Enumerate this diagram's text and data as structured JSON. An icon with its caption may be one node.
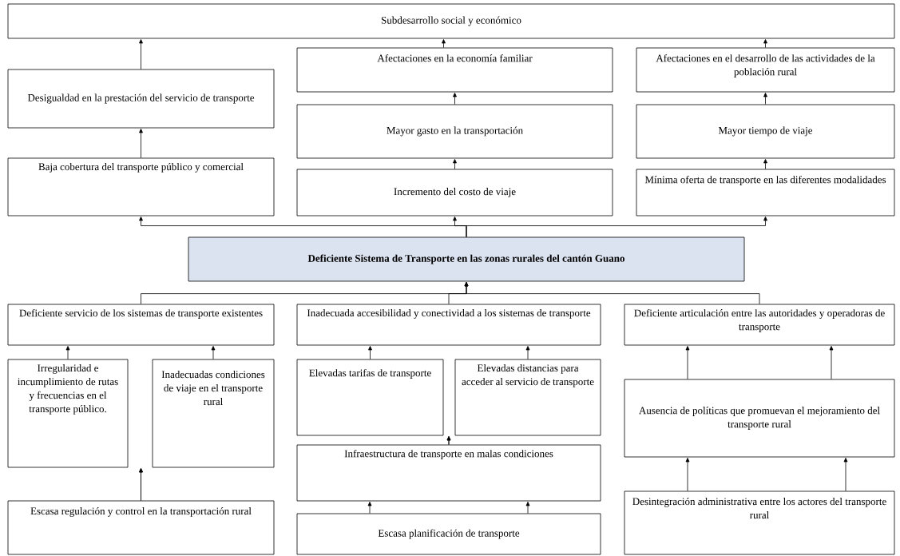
{
  "diagram": {
    "nodes": [
      {
        "text": [
          "Subdesarrollo social y económico"
        ]
      },
      {
        "text": [
          "Desigualdad en la prestación del servicio de transporte"
        ]
      },
      {
        "text": [
          "Afectaciones en la economía familiar"
        ]
      },
      {
        "text": [
          "Afectaciones en el desarrollo de las actividades de la población rural"
        ]
      },
      {
        "text": [
          "Mayor gasto en la transportación"
        ]
      },
      {
        "text": [
          "Mayor tiempo de viaje"
        ]
      },
      {
        "text": [
          "Baja cobertura del transporte público y comercial"
        ]
      },
      {
        "text": [
          "Incremento del costo de viaje"
        ]
      },
      {
        "text": [
          "Mínima oferta de transporte en las diferentes modalidades"
        ]
      },
      {
        "text": [
          "Deficiente Sistema de Transporte en las zonas rurales del cantón Guano"
        ]
      },
      {
        "text": [
          "Deficiente servicio de los sistemas de transporte existentes"
        ]
      },
      {
        "text": [
          "Inadecuada accesibilidad y conectividad a los sistemas de transporte"
        ]
      },
      {
        "text": [
          "Deficiente articulación entre las autoridades y operadoras de transporte"
        ]
      },
      {
        "text": [
          "Irregularidad e incumplimiento de rutas y frecuencias en el transporte público."
        ]
      },
      {
        "text": [
          "Inadecuadas condiciones de viaje en el transporte rural"
        ]
      },
      {
        "text": [
          "Elevadas tarifas de transporte"
        ]
      },
      {
        "text": [
          "Elevadas distancias para acceder al servicio de transporte"
        ]
      },
      {
        "text": [
          "Ausencia de políticas que promuevan el mejoramiento del transporte rural"
        ]
      },
      {
        "text": [
          "Infraestructura de transporte en malas condiciones"
        ]
      },
      {
        "text": [
          "Desintegración administrativa entre los actores del transporte rural"
        ]
      },
      {
        "text": [
          "Escasa regulación y control en la transportación rural"
        ]
      },
      {
        "text": [
          "Escasa planificación de transporte"
        ]
      }
    ],
    "edges": [
      {
        "from": 1,
        "to": 0,
        "arrow": "to"
      },
      {
        "from": 2,
        "to": 0,
        "arrow": "to"
      },
      {
        "from": 3,
        "to": 0,
        "arrow": "to"
      },
      {
        "from": 4,
        "to": 2,
        "arrow": "to"
      },
      {
        "from": 5,
        "to": 3,
        "arrow": "to"
      },
      {
        "from": 6,
        "to": 1,
        "arrow": "to"
      },
      {
        "from": 7,
        "to": 4,
        "arrow": "to"
      },
      {
        "from": 8,
        "to": 5,
        "arrow": "to"
      },
      {
        "from": 9,
        "to": 6,
        "arrow": "to"
      },
      {
        "from": 9,
        "to": 7,
        "arrow": "to"
      },
      {
        "from": 9,
        "to": 8,
        "arrow": "to"
      },
      {
        "from": 10,
        "to": 9,
        "arrow": "to"
      },
      {
        "from": 11,
        "to": 9,
        "arrow": "to"
      },
      {
        "from": 12,
        "to": 9,
        "arrow": "to"
      },
      {
        "from": 13,
        "to": 10,
        "arrow": "to"
      },
      {
        "from": 14,
        "to": 10,
        "arrow": "to"
      },
      {
        "from": 15,
        "to": 11,
        "arrow": "to"
      },
      {
        "from": 16,
        "to": 11,
        "arrow": "to"
      },
      {
        "from": 17,
        "to": 12,
        "arrow": "to"
      },
      {
        "from": 17,
        "to": 12,
        "arrow": "to"
      },
      {
        "from": 18,
        "to": 15,
        "arrow": "to"
      },
      {
        "from": 18,
        "to": 16,
        "arrow": "to"
      },
      {
        "from": 19,
        "to": 17,
        "arrow": "to"
      },
      {
        "from": 19,
        "to": 17,
        "arrow": "to"
      },
      {
        "from": 20,
        "to": 13,
        "arrow": "to"
      },
      {
        "from": 20,
        "to": 14,
        "arrow": "to"
      },
      {
        "from": 21,
        "to": 18,
        "arrow": "to"
      },
      {
        "from": 21,
        "to": 18,
        "arrow": "to"
      }
    ]
  }
}
